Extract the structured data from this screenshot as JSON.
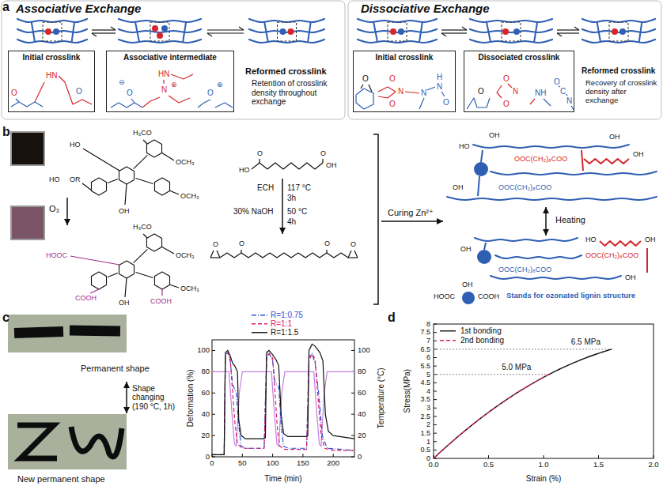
{
  "diagram": {
    "nodes": [
      {
        "text": [
          "Initial crosslink"
        ]
      },
      {
        "text": [
          "Associative intermediate"
        ]
      },
      {
        "text": [
          "Initial crosslink"
        ]
      },
      {
        "text": [
          "Dissociated crosslink"
        ]
      },
      {
        "text": [
          "Permanent shape"
        ]
      },
      {
        "text": [
          "New permanent shape"
        ]
      }
    ],
    "edges": [
      {
        "from": 4,
        "to": 5,
        "label": "Shape changing (190 °C, 1h)",
        "arrow": "both"
      }
    ],
    "labels": [
      "a",
      "Associative Exchange",
      "Dissociative Exchange",
      "O",
      "HN",
      "O",
      "⊖",
      "O",
      "HN",
      "N",
      "⊕",
      "O",
      "⊕",
      "Reformed crosslink",
      "Retention of crosslink density throughout exchange",
      "O",
      "O",
      "N",
      "O",
      "N",
      "N",
      "H",
      "O",
      "O",
      "O",
      "N",
      "O",
      "NH",
      "O",
      "C",
      "N",
      "Reformed crosslink",
      "Recovery of crosslink density after exchange",
      "b",
      "H₃CO",
      "OCH₃",
      "HO",
      "HO",
      "OR",
      "OCH₃",
      "OH",
      "O₃",
      "H₃CO",
      "OCH₃",
      "HOOC",
      "COOH",
      "OH",
      "OCH₃",
      "COOH",
      "HO",
      "O",
      "O",
      "OH",
      "ECH",
      "117 °C",
      "3h",
      "30% NaOH",
      "50 °C",
      "4h",
      "O",
      "O",
      "O",
      "O",
      "Curing Zn²⁺",
      "OH",
      "HO",
      "OH",
      "OOC(CH₂)₈COO",
      "OH",
      "OH",
      "OOC(CH₂)₈COO",
      "Heating",
      "OH",
      "HO",
      "OOC(CH₂)₈COO",
      "OH",
      "OOC(CH₂)₈COO",
      "OH",
      "HOOC",
      "OH",
      "COOH",
      "c",
      "Deformation (%)",
      "Temperature (°C)",
      "Time (min)",
      "0",
      "20",
      "40",
      "60",
      "80",
      "100",
      "0",
      "20",
      "40",
      "60",
      "80",
      "100",
      "0",
      "50",
      "100",
      "150",
      "200",
      "d",
      "Stress(MPa)",
      "Strain (%)",
      "0",
      "0.5",
      "1",
      "1.5",
      "2",
      "2.5",
      "3",
      "3.5",
      "4",
      "4.5",
      "5",
      "5.5",
      "6",
      "6.5",
      "7",
      "7.5",
      "8",
      "0.0",
      "0.5",
      "1.0",
      "1.5",
      "2.0",
      "6.5 MPa",
      "5.0 MPa"
    ],
    "legend": [
      {
        "text": "R=1:0.75"
      },
      {
        "text": "R=1:1"
      },
      {
        "text": "R=1:1.5"
      },
      {
        "text": "1st bonding"
      },
      {
        "text": "2nd bonding"
      },
      {
        "text": "Stands for ozonated lignin structure"
      }
    ]
  }
}
